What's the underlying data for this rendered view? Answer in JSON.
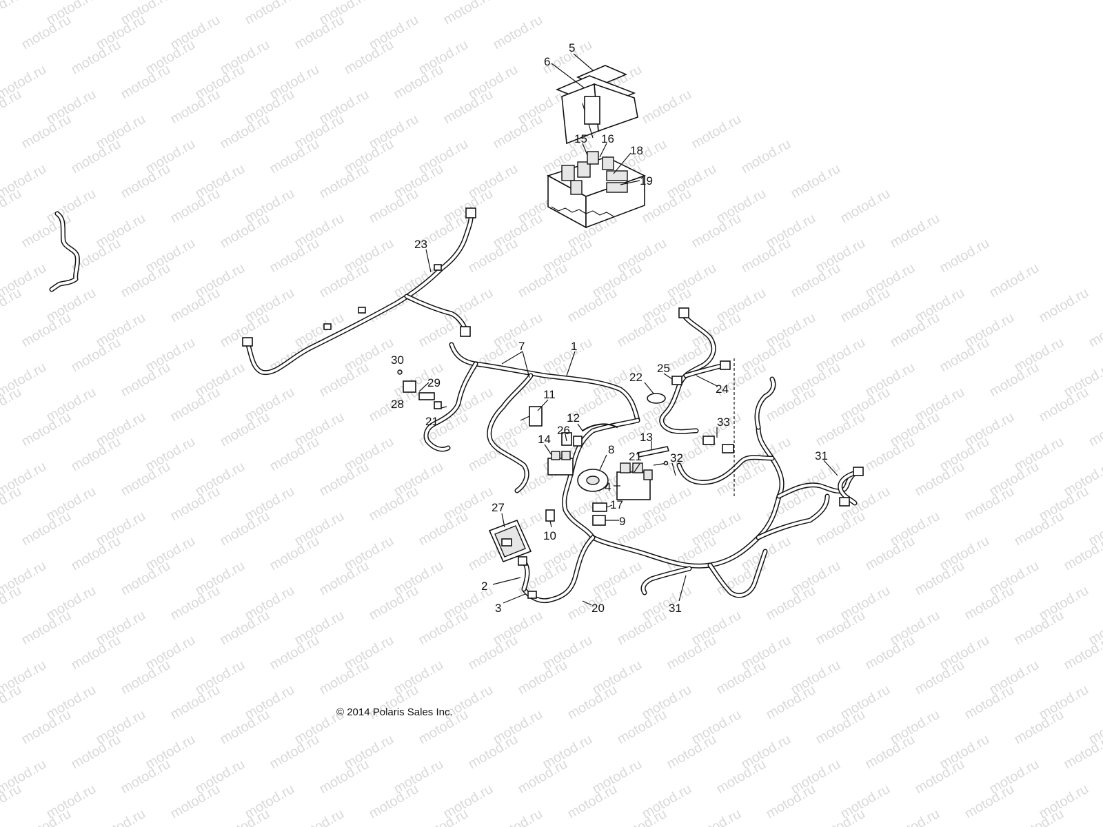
{
  "watermark": "motod.ru",
  "copyright": "© 2014 Polaris Sales Inc.",
  "callouts": [
    {
      "id": "c5",
      "label": "5"
    },
    {
      "id": "c6",
      "label": "6"
    },
    {
      "id": "c15",
      "label": "15"
    },
    {
      "id": "c16",
      "label": "16"
    },
    {
      "id": "c18",
      "label": "18"
    },
    {
      "id": "c19",
      "label": "19"
    },
    {
      "id": "c23",
      "label": "23"
    },
    {
      "id": "c7",
      "label": "7"
    },
    {
      "id": "c1",
      "label": "1"
    },
    {
      "id": "c30",
      "label": "30"
    },
    {
      "id": "c29",
      "label": "29"
    },
    {
      "id": "c28",
      "label": "28"
    },
    {
      "id": "c21a",
      "label": "21"
    },
    {
      "id": "c11",
      "label": "11"
    },
    {
      "id": "c22",
      "label": "22"
    },
    {
      "id": "c25",
      "label": "25"
    },
    {
      "id": "c24",
      "label": "24"
    },
    {
      "id": "c12",
      "label": "12"
    },
    {
      "id": "c26",
      "label": "26"
    },
    {
      "id": "c14",
      "label": "14"
    },
    {
      "id": "c8",
      "label": "8"
    },
    {
      "id": "c13",
      "label": "13"
    },
    {
      "id": "c33",
      "label": "33"
    },
    {
      "id": "c21b",
      "label": "21"
    },
    {
      "id": "c32",
      "label": "32"
    },
    {
      "id": "c31a",
      "label": "31"
    },
    {
      "id": "c4",
      "label": "4"
    },
    {
      "id": "c17",
      "label": "17"
    },
    {
      "id": "c9",
      "label": "9"
    },
    {
      "id": "c27",
      "label": "27"
    },
    {
      "id": "c10",
      "label": "10"
    },
    {
      "id": "c2",
      "label": "2"
    },
    {
      "id": "c3",
      "label": "3"
    },
    {
      "id": "c20",
      "label": "20"
    },
    {
      "id": "c31b",
      "label": "31"
    }
  ]
}
